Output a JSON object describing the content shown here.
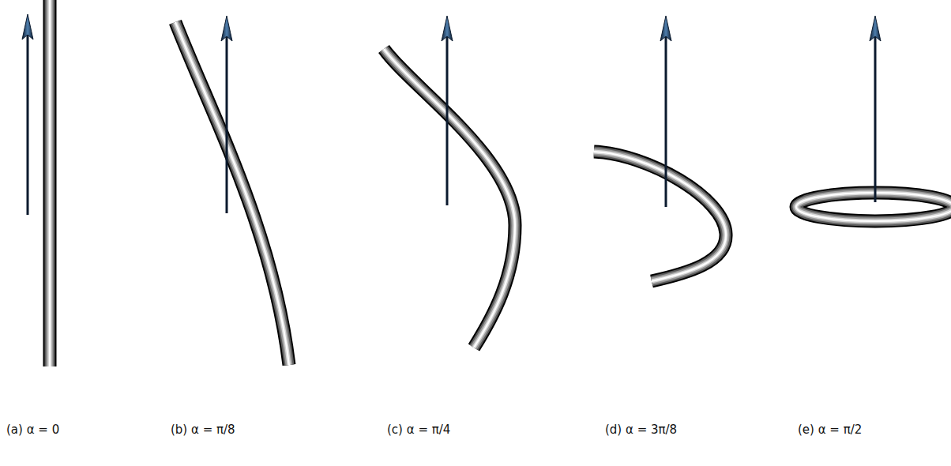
{
  "diagram": {
    "labels": [
      "(a) α = 0",
      "(b) α = π/8",
      "(c) α = π/4",
      "(d) α = 3π/8",
      "(e) α = π/2"
    ]
  }
}
